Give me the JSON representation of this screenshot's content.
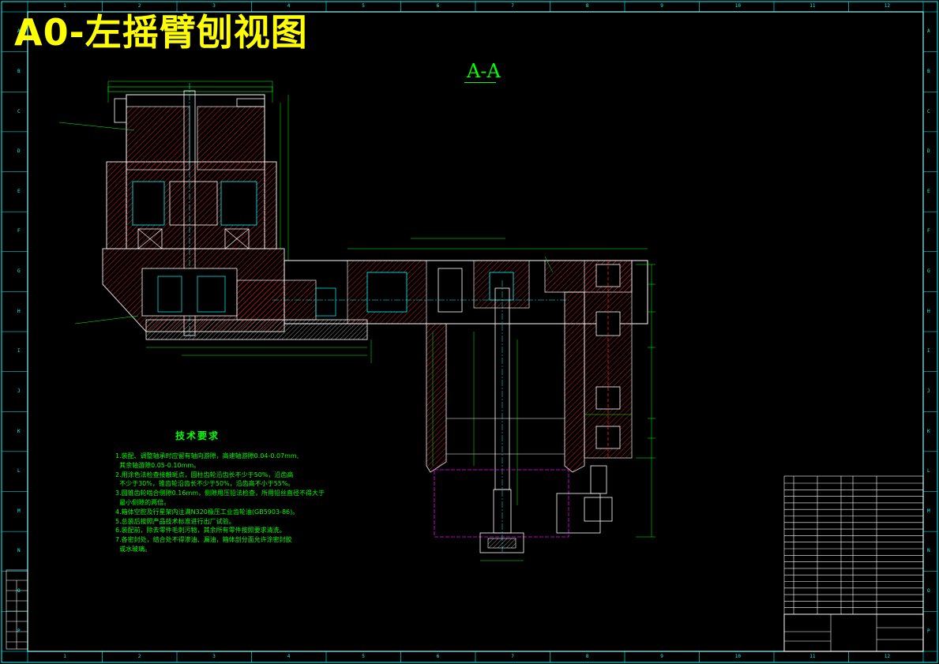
{
  "title": "A0-左摇臂刨视图",
  "section_label": "A-A",
  "technical_requirements": {
    "heading": "技术要求",
    "notes": [
      "1.装配、调整轴承时应留有轴向游隙，高速轴游隙0.04-0.07mm,",
      "  其余轴游隙0.05-0.10mm。",
      "2.用涂色法检查接触斑点，圆柱齿轮沿齿长不少于50%，沿齿高",
      "  不少于30%，锥齿轮沿齿长不少于50%，沿齿高不小于55%。",
      "3.圆锥齿轮啮合侧隙0.16mm，侧隙用压铅法检查，所用铅丝直径不得大于",
      "  最小侧隙的两倍。",
      "4.箱体空腔及行星架内注满N320极压工业齿轮油(GB5903-86)。",
      "5.总装后按照产品技术标准进行出厂试验。",
      "6.装配前，除去零件毛刺污物，其余所有零件按照要求清洗。",
      "7.各密封处，结合处不得渗油、漏油，箱体剖分面允许涂密封胶",
      "  或水玻璃。"
    ]
  },
  "border": {
    "columns": [
      "1",
      "2",
      "3",
      "4",
      "5",
      "6",
      "7",
      "8",
      "9",
      "10",
      "11",
      "12"
    ],
    "rows": [
      "A",
      "B",
      "C",
      "D",
      "E",
      "F",
      "G",
      "H",
      "I",
      "J",
      "K",
      "L",
      "M",
      "N",
      "O",
      "P"
    ]
  },
  "colors": {
    "outline": "#ffffff",
    "dimension": "#00ff00",
    "hatch": "#ff0000",
    "detail": "#00ffff",
    "annotation": "#ffff00",
    "phantom": "#ff00ff",
    "frame": "#00ffff"
  }
}
